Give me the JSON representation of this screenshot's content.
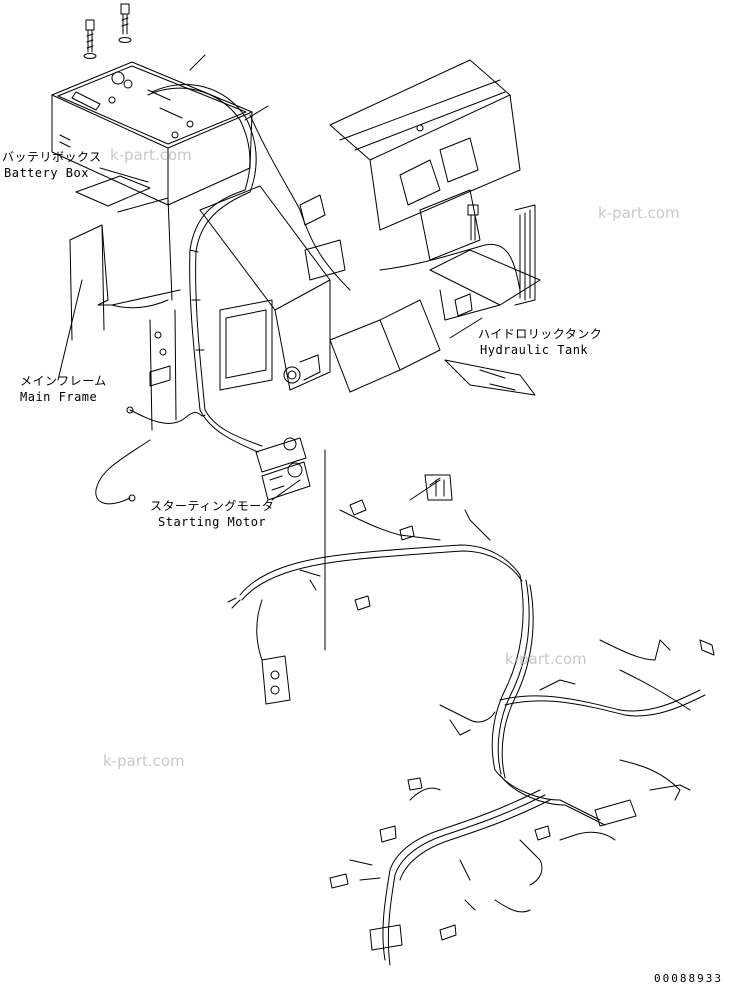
{
  "labels": {
    "battery_box_jp": "バッテリボックス",
    "battery_box_en": "Battery Box",
    "hydraulic_tank_jp": "ハイドロリックタンク",
    "hydraulic_tank_en": "Hydraulic Tank",
    "main_frame_jp": "メインフレーム",
    "main_frame_en": "Main Frame",
    "starting_motor_jp": "スターティングモータ",
    "starting_motor_en": "Starting Motor"
  },
  "watermarks": [
    "k-part.com",
    "k-part.com",
    "k-part.com",
    "k-part.com"
  ],
  "document_number": "00088933",
  "colors": {
    "line": "#000000",
    "watermark": "#c8c8c8",
    "background": "#ffffff"
  }
}
